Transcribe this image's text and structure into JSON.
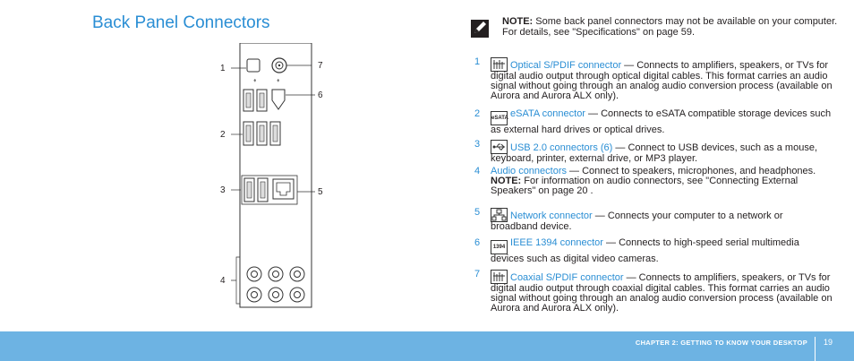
{
  "page_title": "Back Panel Connectors",
  "note": {
    "label": "NOTE:",
    "text": "Some back panel connectors may not be available on your computer. For details, see \"Specifications\" on page 59."
  },
  "callouts": [
    "1",
    "2",
    "3",
    "4",
    "5",
    "6",
    "7"
  ],
  "items": [
    {
      "num": "1",
      "icon": "optical-spdif-icon",
      "label": "Optical S/PDIF connector",
      "desc": " — Connects to amplifiers, speakers, or TVs for digital audio output through optical digital cables. This format carries an audio signal without going through an analog audio conversion process (available on Aurora and Aurora ALX only)."
    },
    {
      "num": "2",
      "icon": "esata-icon",
      "icon_text": "eSATA",
      "label": "eSATA connector",
      "desc": " — Connects to eSATA compatible storage devices such as external hard drives or optical drives."
    },
    {
      "num": "3",
      "icon": "usb-icon",
      "label": "USB 2.0 connectors (6)",
      "desc": " — Connect to USB devices, such as a mouse, keyboard, printer, external drive, or MP3 player."
    },
    {
      "num": "4",
      "label": "Audio connectors",
      "desc": " — Connect to speakers, microphones, and headphones.",
      "note_label": "NOTE:",
      "note_text": " For information on audio connectors, see \"Connecting External Speakers\" on page 20 ."
    },
    {
      "num": "5",
      "icon": "network-icon",
      "label": "Network connector",
      "desc": " — Connects your computer to a network or broadband device."
    },
    {
      "num": "6",
      "icon": "ieee1394-icon",
      "icon_text": "1394",
      "label": "IEEE 1394 connector",
      "desc": " — Connects to high-speed serial multimedia devices such as digital video cameras."
    },
    {
      "num": "7",
      "icon": "coaxial-spdif-icon",
      "label": "Coaxial S/PDIF connector",
      "desc": " — Connects to amplifiers, speakers, or TVs for digital audio output through coaxial digital cables. This format carries an audio signal without going through an analog audio conversion process (available on Aurora and Aurora ALX only)."
    }
  ],
  "footer": {
    "chapter": "CHAPTER 2: GETTING TO KNOW  YOUR DESKTOP",
    "page": "19"
  },
  "colors": {
    "accent": "#2a8ed4",
    "footer": "#6db3e3"
  }
}
